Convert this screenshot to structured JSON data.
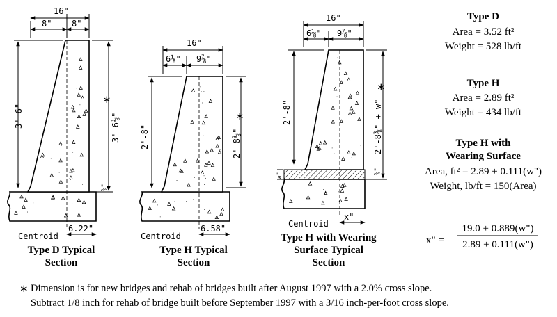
{
  "sections": {
    "type_d": {
      "caption_line1": "Type D Typical",
      "caption_line2": "Section",
      "top_width": "16\"",
      "top_left": "8\"",
      "top_right": "8\"",
      "height_left": "3'-6\"",
      "height_right": "3'-6⅜\"",
      "small_dim": "⅝\"",
      "centroid_label": "Centroid",
      "centroid_dim": "6.22\""
    },
    "type_h": {
      "caption_line1": "Type H Typical",
      "caption_line2": "Section",
      "top_width": "16\"",
      "top_left": "6⅛\"",
      "top_right": "9⅞\"",
      "height_left": "2'-8\"",
      "height_right": "2'-8⅜\"",
      "centroid_label": "Centroid",
      "centroid_dim": "6.58\""
    },
    "type_h_ws": {
      "caption_line1": "Type H with Wearing",
      "caption_line2": "Surface Typical",
      "caption_line3": "Section",
      "top_width": "16\"",
      "top_left": "6⅛\"",
      "top_right": "9⅞\"",
      "height_left": "2'-8\"",
      "height_right": "2'-8⅜\" + w\"",
      "w_label": "w\"",
      "small_dim": "⅝\"",
      "centroid_label": "Centroid",
      "centroid_dim": "x\""
    }
  },
  "summary": {
    "type_d": {
      "title": "Type D",
      "area": "Area = 3.52 ft²",
      "weight": "Weight = 528 lb/ft"
    },
    "type_h": {
      "title": "Type H",
      "area": "Area = 2.89 ft²",
      "weight": "Weight = 434 lb/ft"
    },
    "type_h_ws": {
      "title_line1": "Type H with",
      "title_line2": "Wearing Surface",
      "area": "Area, ft² = 2.89 + 0.111(w\")",
      "weight": "Weight, lb/ft = 150(Area)"
    },
    "formula": {
      "lhs": "x\" =",
      "numerator": "19.0 + 0.889(w\")",
      "denominator": "2.89 + 0.111(w\")"
    }
  },
  "asterisk": "∗",
  "footnote": {
    "line1": "Dimension is for new bridges and rehab of bridges built after August 1997 with a 2.0% cross slope.",
    "line2": "Subtract 1/8 inch for rehab of bridge built before September 1997 with a 3/16 inch-per-foot cross slope."
  }
}
